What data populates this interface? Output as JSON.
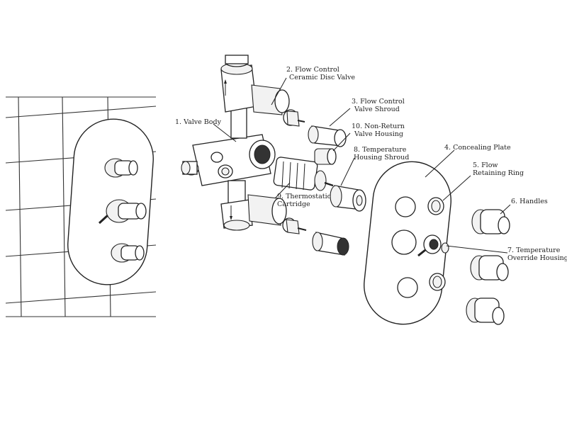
{
  "labels": [
    {
      "id": "valve-body",
      "lines": [
        "1. Valve Body"
      ]
    },
    {
      "id": "flow-control-ceramic-disc-valve",
      "lines": [
        "2. Flow Control",
        "Ceramic Disc Valve"
      ]
    },
    {
      "id": "flow-control-valve-shroud",
      "lines": [
        "3. Flow Control",
        "Valve Shroud"
      ]
    },
    {
      "id": "concealing-plate",
      "lines": [
        "4. Concealing Plate"
      ]
    },
    {
      "id": "flow-retaining-ring",
      "lines": [
        "5. Flow",
        "Retaining Ring"
      ]
    },
    {
      "id": "handles",
      "lines": [
        "6. Handles"
      ]
    },
    {
      "id": "temperature-override-housing",
      "lines": [
        "7. Temperature",
        "Override Housing"
      ]
    },
    {
      "id": "temperature-housing-shroud",
      "lines": [
        "8. Temperature",
        "Housing Shroud"
      ]
    },
    {
      "id": "thermostatic-cartridge",
      "lines": [
        "9. Thermostatic",
        "Cartridge"
      ]
    },
    {
      "id": "non-return-valve-housing",
      "lines": [
        "10. Non-Return",
        "Valve Housing"
      ]
    }
  ]
}
